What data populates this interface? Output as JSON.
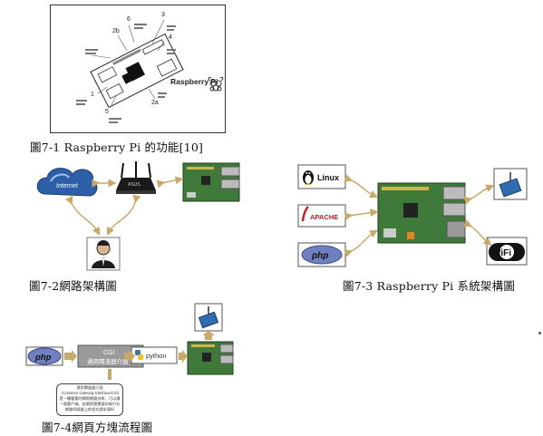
{
  "fig1": {
    "caption": "圖7-1 Raspberry Pi 的功能[10]",
    "brand_text": "Raspberry Pi",
    "callouts": [
      "6",
      "3",
      "2b",
      "4",
      "1",
      "5",
      "2a"
    ]
  },
  "fig2": {
    "caption": "圖7-2網路架構圖",
    "cloud_label": "Internet",
    "router_brand": "ASUS"
  },
  "fig3": {
    "caption": "圖7-3 Raspberry Pi 系統架構圖",
    "linux_label": "Linux",
    "apache_label": "APACHE",
    "php_label": "php",
    "wifi_label": "WiFi"
  },
  "fig4": {
    "caption": "圖7-4網頁方塊流程圖",
    "php_label": "php",
    "cgi_title": "CGI",
    "cgi_subtitle": "通用閘道器介面",
    "python_label": "python",
    "note_lines": [
      "通用閘道器介面",
      "（Common Gateway Interface/CGI）",
      "是一種重要的網際網路技術，可以讓",
      "一個客戶端，從網頁瀏覽器向執行在",
      "網路伺服器上的程式請求資料"
    ]
  },
  "colors": {
    "arrow": "#c8a96a",
    "board_green": "#3f7a3a",
    "php_blue": "#6f7fbf",
    "cloud_blue": "#2d5fa8"
  }
}
